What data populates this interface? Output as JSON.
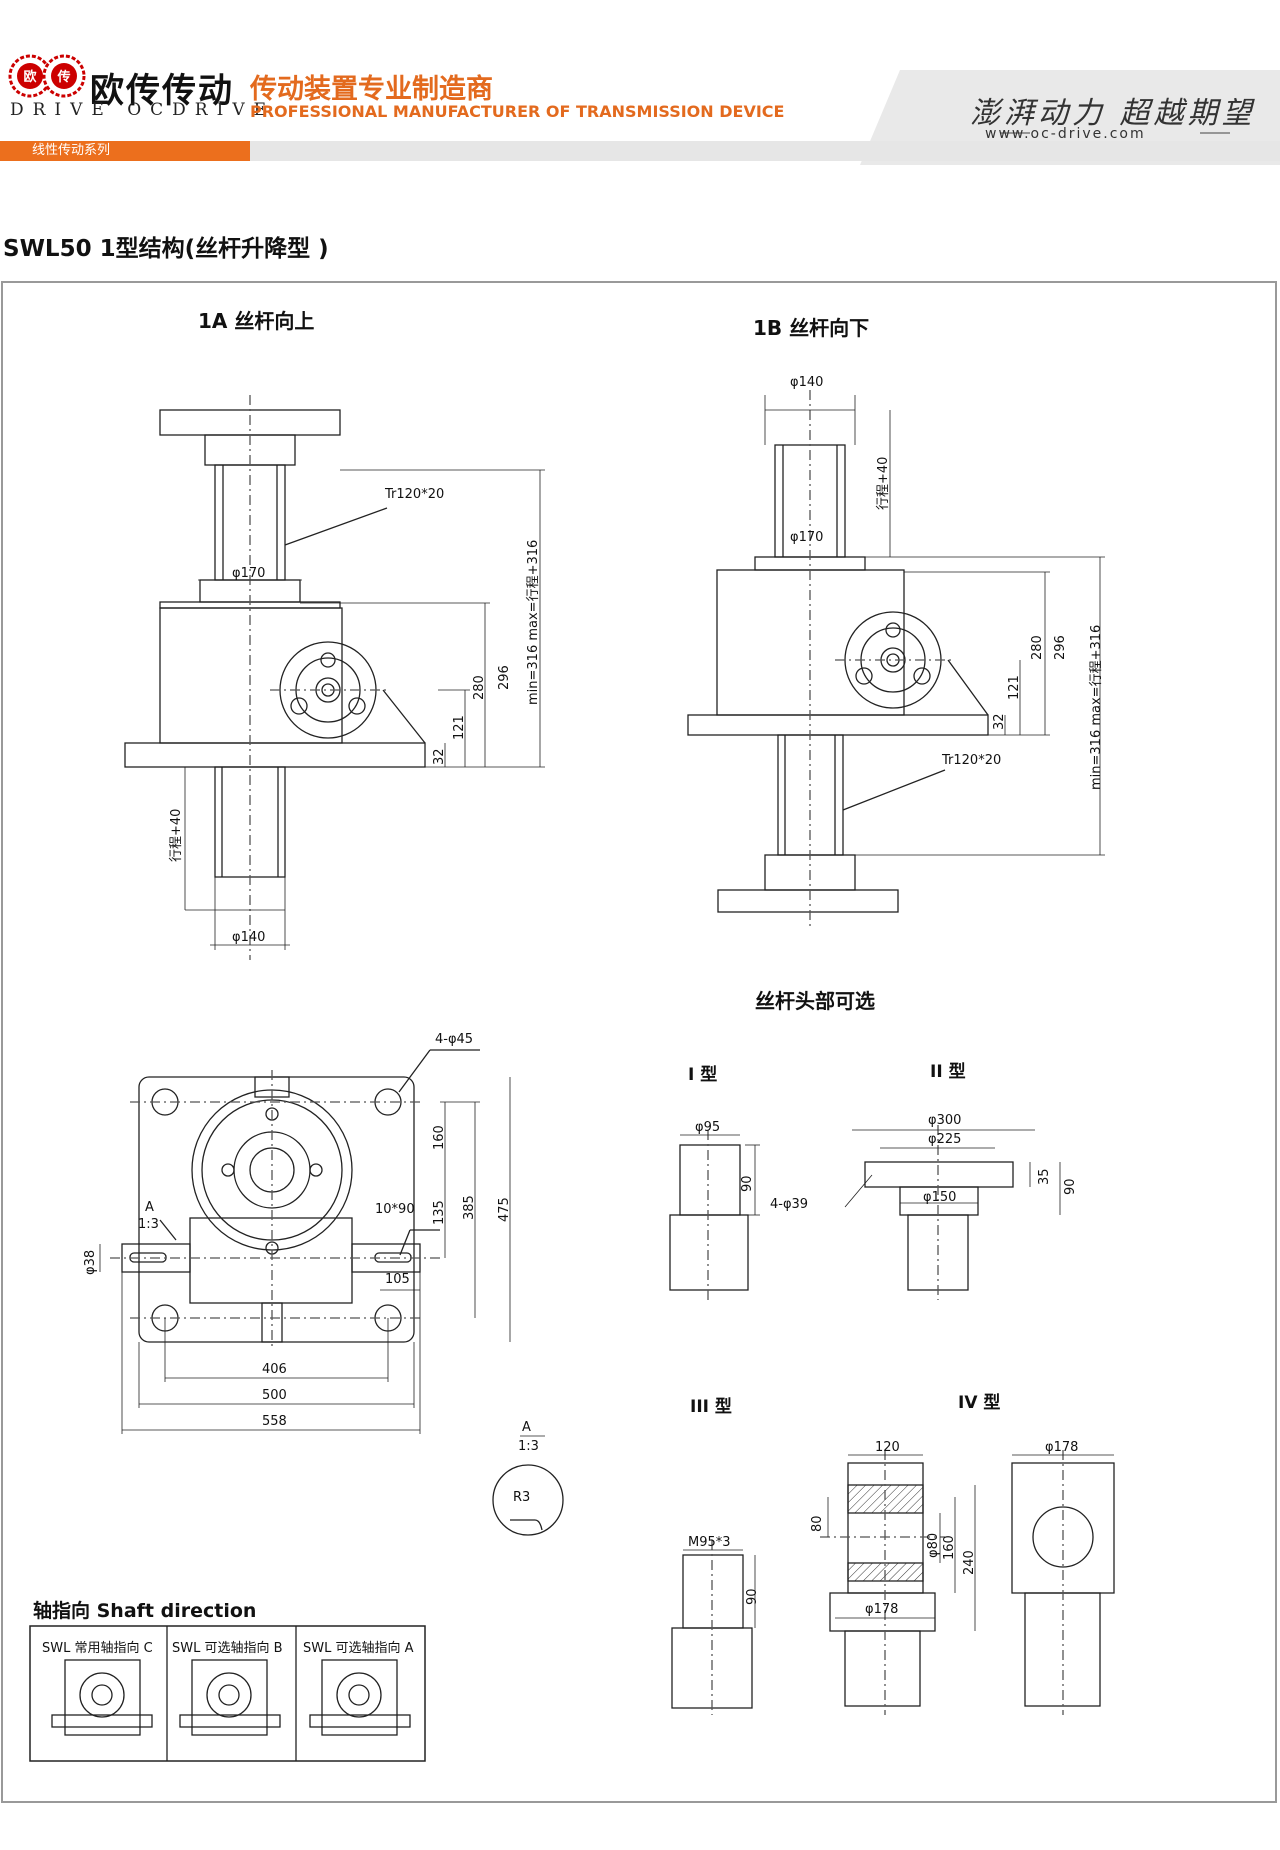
{
  "header": {
    "logo_cn": "欧传传动",
    "logo_en": "DRIVE OCDRIVE",
    "logo_badge_left": "欧",
    "logo_badge_right": "传",
    "slogan_cn": "传动装置专业制造商",
    "slogan_en": "PROFESSIONAL MANUFACTURER OF TRANSMISSION DEVICE",
    "motto": "澎湃动力 超越期望",
    "website": "www.oc-drive.com",
    "series_tab": "线性传动系列",
    "accent_color": "#e36a1e"
  },
  "page_title": "SWL50 1型结构(丝杆升降型 )",
  "view_1a": {
    "title": "1A 丝杆向上",
    "thread": "Tr120*20",
    "phi170": "φ170",
    "phi140": "φ140",
    "dim_280": "280",
    "dim_296": "296",
    "dim_121": "121",
    "dim_32": "32",
    "dim_min": "min=316 max=行程+316",
    "stroke": "行程+40"
  },
  "view_1b": {
    "title": "1B 丝杆向下",
    "thread": "Tr120*20",
    "phi140": "φ140",
    "phi170": "φ170",
    "dim_280": "280",
    "dim_296": "296",
    "dim_121": "121",
    "dim_32": "32",
    "dim_min": "min=316 max=行程+316",
    "stroke": "行程+40"
  },
  "plan_view": {
    "holes": "4-φ45",
    "key": "10*90",
    "shaft_dia": "φ38",
    "detail_ref": "A",
    "ratio": "1:3",
    "dim_160": "160",
    "dim_135": "135",
    "dim_385": "385",
    "dim_475": "475",
    "dim_105": "105",
    "dim_406": "406",
    "dim_500": "500",
    "dim_558": "558"
  },
  "detail_a": {
    "label": "A",
    "ratio": "1:3",
    "radius": "R3"
  },
  "heads": {
    "title": "丝杆头部可选",
    "type1": {
      "label": "I 型",
      "dia": "φ95",
      "h": "90"
    },
    "type2": {
      "label": "II 型",
      "d300": "φ300",
      "d225": "φ225",
      "d150": "φ150",
      "holes": "4-φ39",
      "h35": "35",
      "h90": "90"
    },
    "type3": {
      "label": "III 型",
      "thread": "M95*3",
      "h": "90"
    },
    "type4": {
      "label": "IV 型",
      "w120": "120",
      "h80": "80",
      "d80": "φ80",
      "h160": "160",
      "h240": "240",
      "d178a": "φ178",
      "d178b": "φ178"
    }
  },
  "shaft_direction": {
    "title": "轴指向  Shaft direction",
    "cells": [
      "SWL 常用轴指向 C",
      "SWL 可选轴指向 B",
      "SWL 可选轴指向 A"
    ]
  }
}
